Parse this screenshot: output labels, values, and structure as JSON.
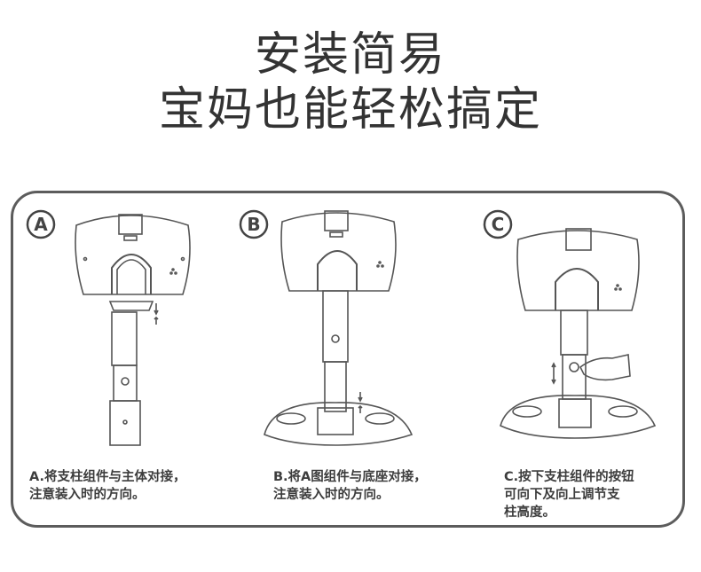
{
  "headline": {
    "line1": "安装简易",
    "line2": "宝妈也能轻松搞定"
  },
  "steps": [
    {
      "badge": "A",
      "caption_line1": "A.将支柱组件与主体对接，",
      "caption_line2": "注意装入时的方向。",
      "caption_line3": ""
    },
    {
      "badge": "B",
      "caption_line1": "B.将A图组件与底座对接，",
      "caption_line2": "注意装入时的方向。",
      "caption_line3": ""
    },
    {
      "badge": "C",
      "caption_line1": "C.按下支柱组件的按钮",
      "caption_line2": "可向下及向上调节支",
      "caption_line3": "柱高度。"
    }
  ],
  "colors": {
    "text": "#333333",
    "line": "#5c5c5c",
    "accent": "#444444"
  }
}
